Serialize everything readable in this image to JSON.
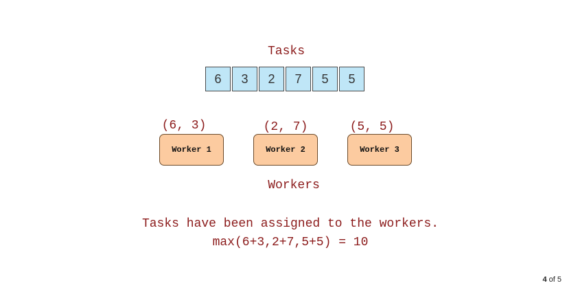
{
  "tasks": {
    "label": "Tasks",
    "values": [
      "6",
      "3",
      "2",
      "7",
      "5",
      "5"
    ]
  },
  "workers": {
    "label": "Workers",
    "items": [
      {
        "name": "Worker 1",
        "pair": "(6, 3)"
      },
      {
        "name": "Worker 2",
        "pair": "(2, 7)"
      },
      {
        "name": "Worker 3",
        "pair": "(5, 5)"
      }
    ]
  },
  "message": {
    "line1": "Tasks have been assigned to the workers.",
    "line2": "max(6+3,2+7,5+5) = 10"
  },
  "pager": {
    "current": "4",
    "separator": "of",
    "total": "5"
  },
  "colors": {
    "task_fill": "#bfe6f7",
    "worker_fill": "#fccba0",
    "text_accent": "#8b1a1a"
  }
}
